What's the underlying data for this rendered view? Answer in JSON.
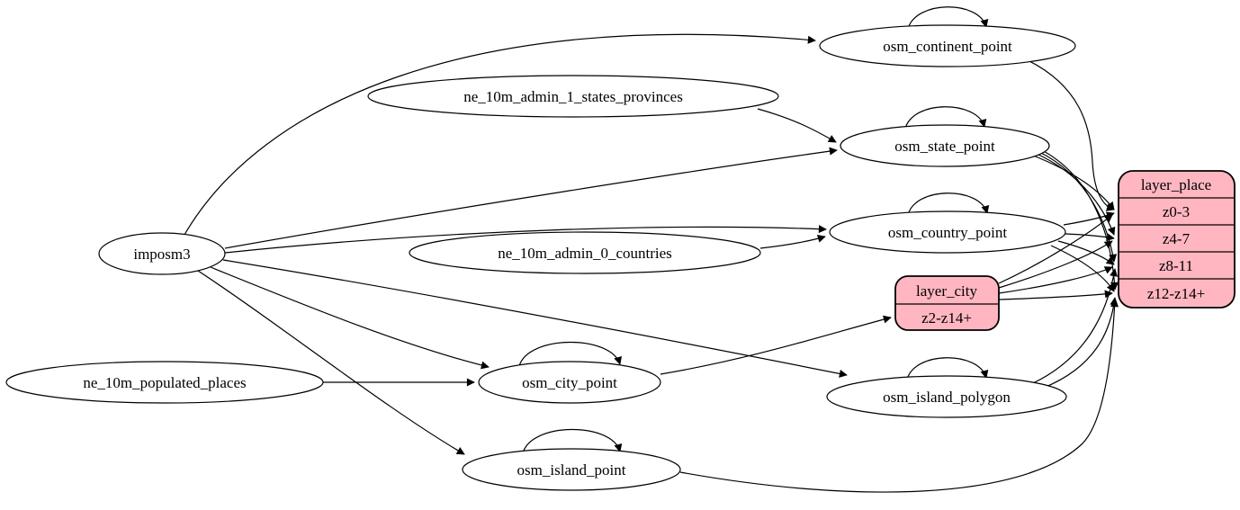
{
  "diagram": {
    "kind": "etl-flow-graph",
    "background_color": "#ffffff",
    "ellipse_fill": "#ffffff",
    "record_fill": "#ffb6c1",
    "stroke_color": "#000000",
    "nodes": [
      {
        "id": "imposm3",
        "shape": "ellipse",
        "label": "imposm3"
      },
      {
        "id": "ne_10m_admin_1_states_provinces",
        "shape": "ellipse",
        "label": "ne_10m_admin_1_states_provinces"
      },
      {
        "id": "ne_10m_admin_0_countries",
        "shape": "ellipse",
        "label": "ne_10m_admin_0_countries"
      },
      {
        "id": "ne_10m_populated_places",
        "shape": "ellipse",
        "label": "ne_10m_populated_places"
      },
      {
        "id": "osm_continent_point",
        "shape": "ellipse",
        "label": "osm_continent_point"
      },
      {
        "id": "osm_state_point",
        "shape": "ellipse",
        "label": "osm_state_point"
      },
      {
        "id": "osm_country_point",
        "shape": "ellipse",
        "label": "osm_country_point"
      },
      {
        "id": "osm_city_point",
        "shape": "ellipse",
        "label": "osm_city_point"
      },
      {
        "id": "osm_island_polygon",
        "shape": "ellipse",
        "label": "osm_island_polygon"
      },
      {
        "id": "osm_island_point",
        "shape": "ellipse",
        "label": "osm_island_point"
      },
      {
        "id": "layer_city",
        "shape": "record",
        "rows": [
          "layer_city",
          "z2-z14+"
        ]
      },
      {
        "id": "layer_place",
        "shape": "record",
        "rows": [
          "layer_place",
          "z0-3",
          "z4-7",
          "z8-11",
          "z12-z14+"
        ]
      }
    ],
    "edges": [
      {
        "from": "imposm3",
        "to": "osm_continent_point"
      },
      {
        "from": "imposm3",
        "to": "osm_state_point"
      },
      {
        "from": "imposm3",
        "to": "osm_country_point"
      },
      {
        "from": "imposm3",
        "to": "osm_city_point"
      },
      {
        "from": "imposm3",
        "to": "osm_island_polygon"
      },
      {
        "from": "imposm3",
        "to": "osm_island_point"
      },
      {
        "from": "ne_10m_admin_1_states_provinces",
        "to": "osm_state_point"
      },
      {
        "from": "ne_10m_admin_0_countries",
        "to": "osm_country_point"
      },
      {
        "from": "ne_10m_populated_places",
        "to": "osm_city_point"
      },
      {
        "from": "osm_continent_point",
        "to": "osm_continent_point",
        "self_loop": true
      },
      {
        "from": "osm_state_point",
        "to": "osm_state_point",
        "self_loop": true
      },
      {
        "from": "osm_country_point",
        "to": "osm_country_point",
        "self_loop": true
      },
      {
        "from": "osm_city_point",
        "to": "osm_city_point",
        "self_loop": true
      },
      {
        "from": "osm_island_polygon",
        "to": "osm_island_polygon",
        "self_loop": true
      },
      {
        "from": "osm_island_point",
        "to": "osm_island_point",
        "self_loop": true
      },
      {
        "from": "osm_city_point",
        "to": "layer_city",
        "to_row": "z2-z14+"
      },
      {
        "from": "osm_continent_point",
        "to": "layer_place",
        "to_row": "z0-3"
      },
      {
        "from": "osm_state_point",
        "to": "layer_place",
        "to_row": "z0-3"
      },
      {
        "from": "osm_state_point",
        "to": "layer_place",
        "to_row": "z4-7"
      },
      {
        "from": "osm_state_point",
        "to": "layer_place",
        "to_row": "z8-11"
      },
      {
        "from": "osm_state_point",
        "to": "layer_place",
        "to_row": "z12-z14+"
      },
      {
        "from": "osm_country_point",
        "to": "layer_place",
        "to_row": "z0-3"
      },
      {
        "from": "osm_country_point",
        "to": "layer_place",
        "to_row": "z4-7"
      },
      {
        "from": "osm_country_point",
        "to": "layer_place",
        "to_row": "z8-11"
      },
      {
        "from": "osm_country_point",
        "to": "layer_place",
        "to_row": "z12-z14+"
      },
      {
        "from": "osm_island_polygon",
        "to": "layer_place",
        "to_row": "z8-11"
      },
      {
        "from": "osm_island_polygon",
        "to": "layer_place",
        "to_row": "z12-z14+"
      },
      {
        "from": "osm_island_point",
        "to": "layer_place",
        "to_row": "z12-z14+"
      },
      {
        "from": "layer_city",
        "to": "layer_place",
        "to_row": "z0-3"
      },
      {
        "from": "layer_city",
        "to": "layer_place",
        "to_row": "z4-7"
      },
      {
        "from": "layer_city",
        "to": "layer_place",
        "to_row": "z8-11"
      },
      {
        "from": "layer_city",
        "to": "layer_place",
        "to_row": "z12-z14+"
      }
    ]
  }
}
